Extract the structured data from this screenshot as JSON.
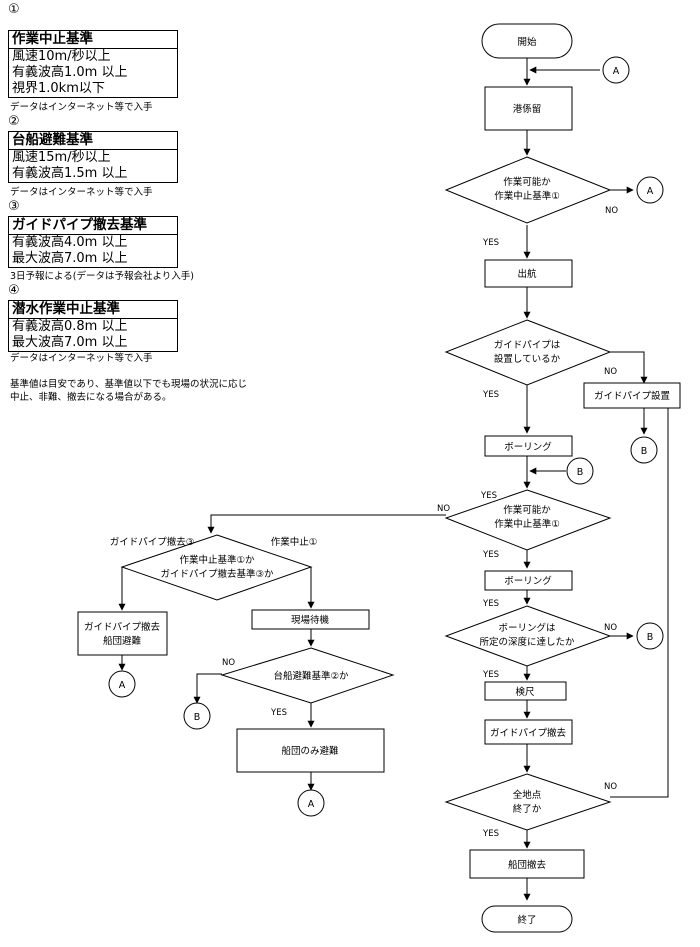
{
  "criteria": {
    "c1": {
      "num": "①",
      "title": "作業中止基準",
      "lines": [
        "風速10m/秒以上",
        "有義波高1.0m 以上",
        "視界1.0km以下"
      ],
      "note": "データはインターネット等で入手"
    },
    "c2": {
      "num": "②",
      "title": "台船避難基準",
      "lines": [
        "風速15m/秒以上",
        "有義波高1.5m 以上"
      ],
      "note": "データはインターネット等で入手"
    },
    "c3": {
      "num": "③",
      "title": "ガイドパイプ撤去基準",
      "lines": [
        "有義波高4.0m 以上",
        "最大波高7.0m 以上"
      ],
      "note": "3日予報による(データは予報会社より入手)"
    },
    "c4": {
      "num": "④",
      "title": "潜水作業中止基準",
      "lines": [
        "有義波高0.8m 以上",
        "最大波高7.0m 以上"
      ],
      "note": "データはインターネット等で入手"
    },
    "footnote": [
      "基準値は目安であり、基準値以下でも現場の状況に応じ",
      "中止、非難、撤去になる場合がある。"
    ]
  },
  "flow": {
    "start": "開始",
    "mooring": "港係留",
    "d_workable1": [
      "作業可能か",
      "作業中止基準①"
    ],
    "depart": "出航",
    "d_guide": [
      "ガイドパイプは",
      "設置しているか"
    ],
    "guide_install": "ガイドパイプ設置",
    "boring1": "ボーリング",
    "d_workable2": [
      "作業可能か",
      "作業中止基準①"
    ],
    "boring2": "ボーリング",
    "d_depth": [
      "ボーリングは",
      "所定の深度に達したか"
    ],
    "inspect": "検尺",
    "guide_remove": "ガイドパイプ撤去",
    "d_all": [
      "全地点",
      "終了か"
    ],
    "fleet_remove": "船団撤去",
    "end": "終了",
    "d_which": [
      "作業中止基準①か",
      "ガイドパイプ撤去基準③か"
    ],
    "evac_guide": [
      "ガイドパイプ撤去",
      "船団避難"
    ],
    "standby": "現場待機",
    "d_barge": "台船避難基準②か",
    "evac_fleet": "船団のみ避難",
    "branch_left": "ガイドパイプ撤去③",
    "branch_right": "作業中止①",
    "yes": "YES",
    "no": "NO",
    "conn_a": "A",
    "conn_b": "B"
  }
}
